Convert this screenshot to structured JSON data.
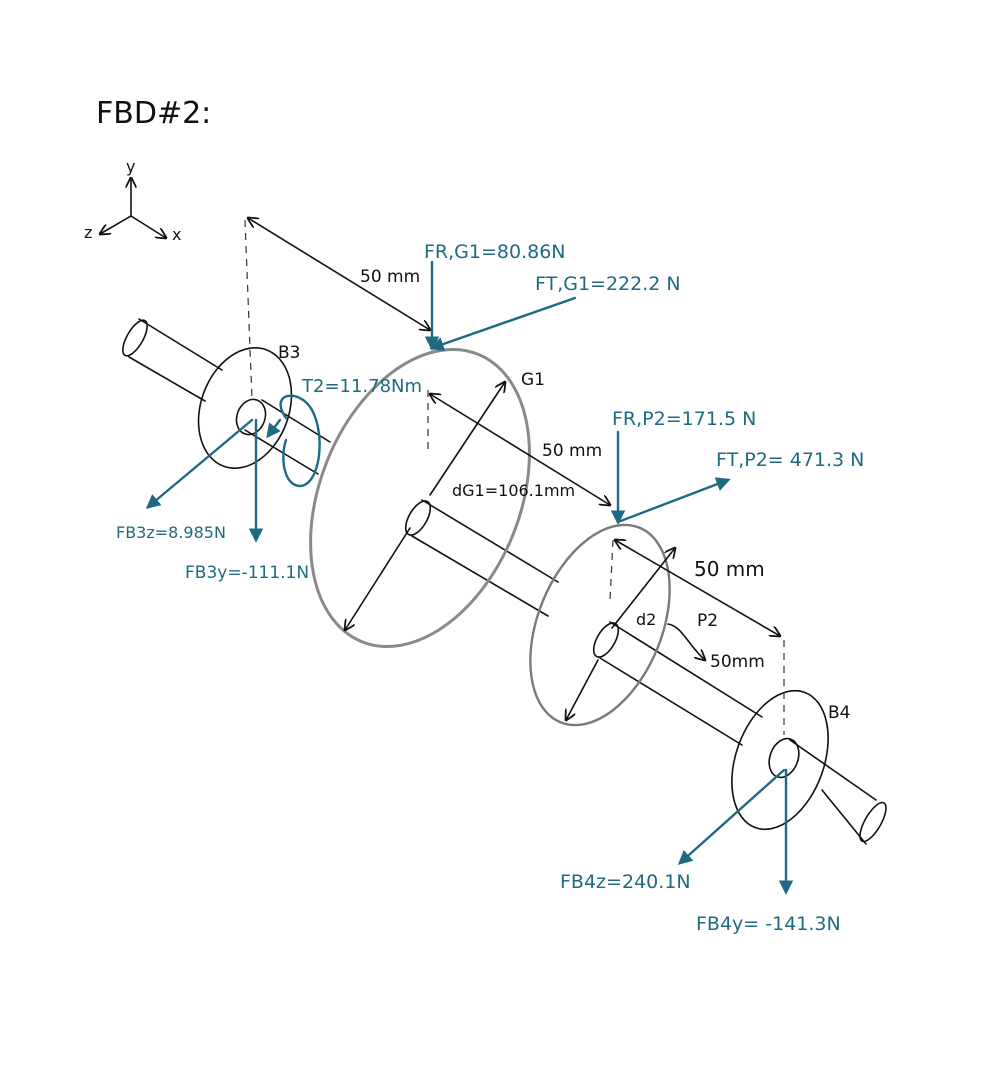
{
  "title": "FBD#2:",
  "colors": {
    "ink": "#111111",
    "force": "#1f6a82",
    "gear_outline": "#8a8a8a"
  },
  "axes": {
    "y": "y",
    "z": "z",
    "x": "x"
  },
  "bearings": {
    "b3": "B3",
    "b4": "B4"
  },
  "gear": {
    "name": "G1",
    "diameter": "dG1=106.1mm"
  },
  "pulley": {
    "name": "P2",
    "diameter": "d2",
    "diameter_value": "50mm"
  },
  "dimensions": {
    "b3_to_g1": "50 mm",
    "g1_to_p2": "50 mm",
    "p2_to_b4": "50 mm"
  },
  "forces": {
    "f_r_g1": "FR,G1=80.86N",
    "f_t_g1": "FT,G1=222.2 N",
    "torque_t2": "T2=11.78Nm",
    "f_r_p2": "FR,P2=171.5 N",
    "f_t_p2": "FT,P2= 471.3 N",
    "f_b3z": "FB3z=8.985N",
    "f_b3y": "FB3y=-111.1N",
    "f_b4z": "FB4z=240.1N",
    "f_b4y": "FB4y= -141.3N"
  }
}
